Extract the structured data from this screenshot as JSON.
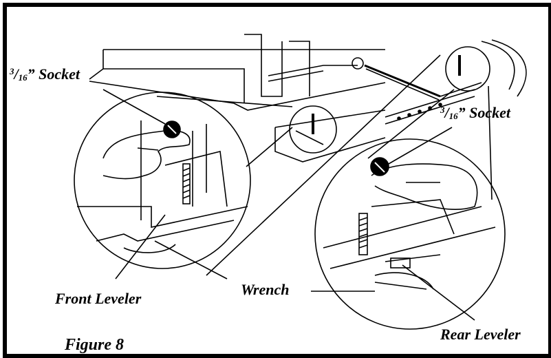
{
  "labels": {
    "socket_left_num": "3",
    "socket_left_den": "16",
    "socket_left_text": "” Socket",
    "socket_right_num": "3",
    "socket_right_den": "16",
    "socket_right_text": "” Socket",
    "front_leveler": "Front Leveler",
    "wrench": "Wrench",
    "rear_leveler": "Rear Leveler",
    "figure": "Figure 8"
  },
  "line_color": "#000000",
  "background": "#ffffff"
}
